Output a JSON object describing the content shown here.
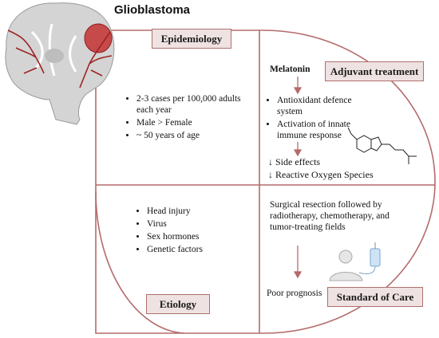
{
  "title": "Glioblastoma",
  "labels": {
    "epidemiology": "Epidemiology",
    "adjuvant": "Adjuvant treatment",
    "etiology": "Etiology",
    "standard": "Standard of Care"
  },
  "epidemiology_items": [
    "2-3 cases per 100,000 adults each year",
    "Male > Female",
    "~ 50 years of age"
  ],
  "etiology_items": [
    "Head injury",
    "Virus",
    "Sex hormones",
    "Genetic factors"
  ],
  "adjuvant": {
    "agent": "Melatonin",
    "items": [
      "Antioxidant defence system",
      "Activation of innate immune response"
    ],
    "effects": [
      "Side effects",
      "Reactive Oxygen Species"
    ],
    "arrow_glyph": "↓"
  },
  "standard_of_care": {
    "text": "Surgical resection followed by radiotherapy, chemotherapy, and tumor-treating fields",
    "outcome": "Poor prognosis"
  },
  "colors": {
    "line": "#b56b6b",
    "label_fill": "#efe2e2",
    "brain_gray": "#d4d4d4",
    "tumor": "#c64a4a",
    "vessel": "#9e2424"
  }
}
